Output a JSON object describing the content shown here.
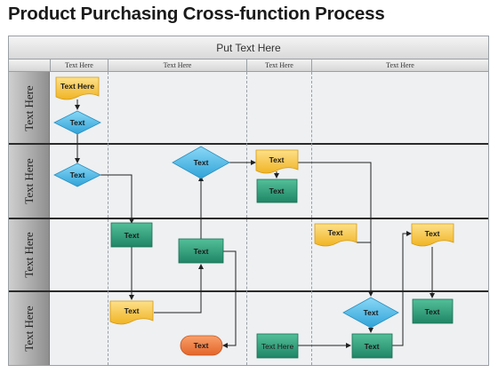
{
  "title": "Product Purchasing Cross-function Process",
  "header": {
    "label": "Put Text Here"
  },
  "columns": [
    "Text Here",
    "Text Here",
    "Text Here",
    "Text Here"
  ],
  "lanes": [
    "Text Here",
    "Text Here",
    "Text Here",
    "Text Here"
  ],
  "shapes": {
    "doc_top": "Text Here",
    "dec_lane1": "Text",
    "dec_lane2_left": "Text",
    "dec_lane2_mid": "Text",
    "doc_lane2": "Text",
    "proc_lane2": "Text",
    "proc_lane3_left": "Text",
    "proc_lane3_mid": "Text",
    "doc_lane3_right1": "Text",
    "doc_lane3_right2": "Text",
    "doc_lane4_left": "Text",
    "term_lane4": "Text",
    "proc_lane4_texthere": "Text Here",
    "dec_lane4": "Text",
    "proc_lane4_right": "Text",
    "proc_lane4_bottom": "Text"
  },
  "colors": {
    "document": "#f7c642",
    "decision": "#4fb9e8",
    "process": "#2fa07c",
    "terminator": "#ef7e3a"
  }
}
